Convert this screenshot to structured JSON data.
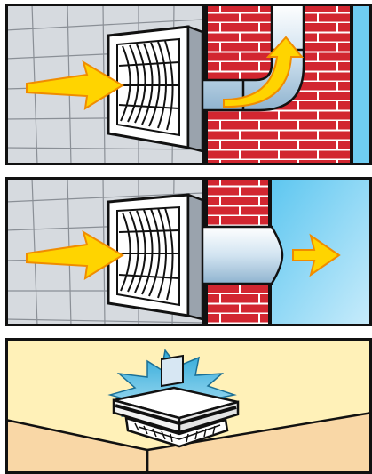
{
  "panels": [
    {
      "id": "wall-fan-ducted-up",
      "wall_color": "#d6dadf",
      "brick_color": "#d22630",
      "sky_color": "#6fcdf2"
    },
    {
      "id": "wall-fan-through-wall",
      "wall_color": "#d6dadf",
      "brick_color": "#d22630",
      "sky_color": "#8fd8f6"
    },
    {
      "id": "ceiling-fan",
      "wall_color": "#f9d7a6",
      "ceiling_color": "#fff1b8",
      "burst_color": "#5bc3e8"
    }
  ],
  "colors": {
    "arrow_fill": "#ffd400",
    "arrow_stroke": "#f08c00",
    "duct_fill": "#d7e7f3",
    "fan_face": "#ffffff",
    "outline": "#111111"
  }
}
